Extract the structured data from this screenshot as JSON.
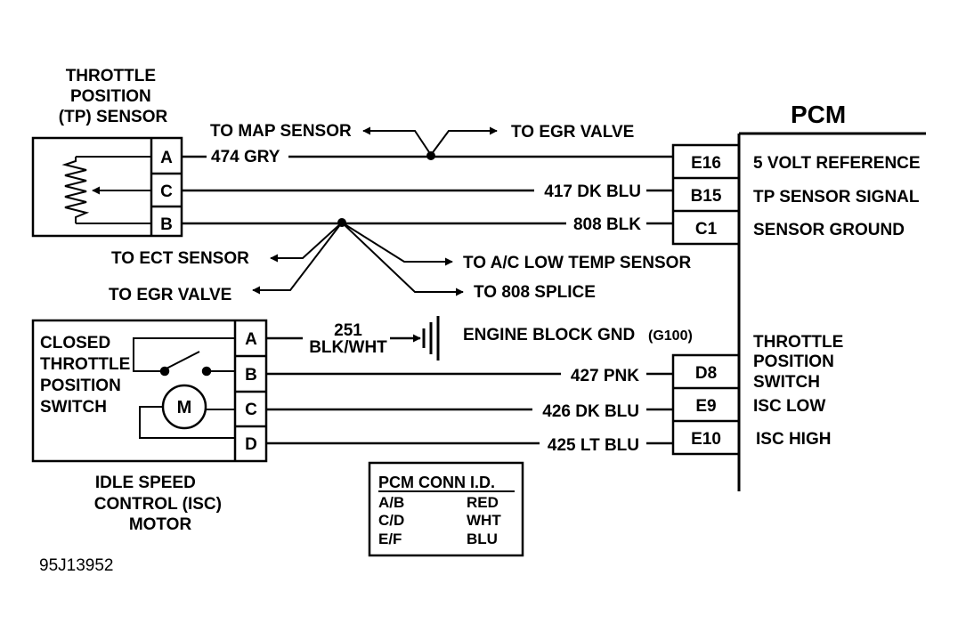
{
  "tp_sensor": {
    "title": [
      "THROTTLE",
      "POSITION",
      "(TP) SENSOR"
    ],
    "pins": [
      "A",
      "C",
      "B"
    ]
  },
  "pcm": {
    "title": "PCM",
    "pins_top": [
      "E16",
      "B15",
      "C1"
    ],
    "labels_top": [
      "5 VOLT REFERENCE",
      "TP SENSOR SIGNAL",
      "SENSOR GROUND"
    ],
    "pins_bottom": [
      "D8",
      "E9",
      "E10"
    ],
    "labels_bottom": [
      "THROTTLE",
      "POSITION",
      "SWITCH",
      "ISC LOW",
      "ISC HIGH"
    ]
  },
  "wires": {
    "w474": "474 GRY",
    "w417": "417 DK BLU",
    "w808": "808 BLK",
    "w251_num": "251",
    "w251_color": "BLK/WHT",
    "w427": "427 PNK",
    "w426": "426 DK BLU",
    "w425": "425 LT BLU"
  },
  "branches": {
    "map": "TO MAP SENSOR",
    "egr_top": "TO EGR VALVE",
    "ect": "TO ECT SENSOR",
    "ac": "TO A/C LOW TEMP SENSOR",
    "egr_bottom": "TO EGR VALVE",
    "splice": "TO 808 SPLICE"
  },
  "ground": {
    "label": "ENGINE BLOCK GND",
    "code": "(G100)"
  },
  "isc": {
    "switch_label": [
      "CLOSED",
      "THROTTLE",
      "POSITION",
      "SWITCH"
    ],
    "motor_symbol": "M",
    "pins": [
      "A",
      "B",
      "C",
      "D"
    ],
    "title": [
      "IDLE SPEED",
      "CONTROL (ISC)",
      "MOTOR"
    ]
  },
  "conn_table": {
    "header": "PCM CONN I.D.",
    "rows": [
      {
        "pins": "A/B",
        "color": "RED"
      },
      {
        "pins": "C/D",
        "color": "WHT"
      },
      {
        "pins": "E/F",
        "color": "BLU"
      }
    ]
  },
  "figure_id": "95J13952"
}
